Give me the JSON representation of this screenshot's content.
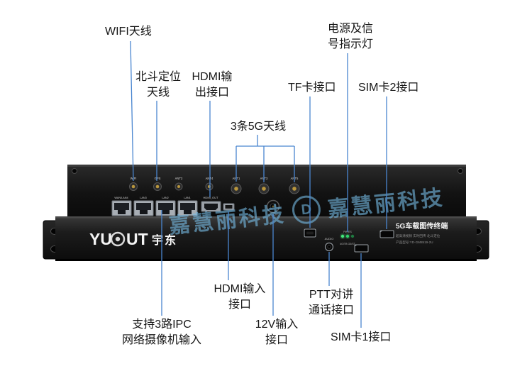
{
  "callouts": {
    "wifi_antenna": "WIFI天线",
    "beidou_antenna": "北斗定位\n天线",
    "hdmi_output": "HDMI输\n出接口",
    "power_signal_indicator": "电源及信\n号指示灯",
    "tf_card_port": "TF卡接口",
    "sim2_port": "SIM卡2接口",
    "antennas_5g": "3条5G天线",
    "hdmi_input": "HDMI输入\n接口",
    "dc12v_input": "12V输入\n接口",
    "ptt_intercom_port": "PTT对讲\n通话接口",
    "sim1_port": "SIM卡1接口",
    "ipc_camera_input": "支持3路IPC\n网络摄像机输入"
  },
  "device": {
    "antenna_labels": [
      "WIFI",
      "GPS",
      "ANT2",
      "ANT4",
      "ANT1",
      "ANT3",
      "ANT5"
    ],
    "ethernet_labels": [
      "WAN/LAN4",
      "LAN3",
      "LAN2",
      "LAN1"
    ],
    "hdmi_out_label": "HDMI_OUT",
    "dc_jack_label": "DC 12V",
    "brand_left": "YU",
    "brand_right": "UT",
    "brand_cn": "宇东",
    "panel_title": "5G车载图传终端",
    "panel_line1": "超高清视频 实时回传 北斗定位",
    "panel_line2": "产品型号:YD-GM8519-2U",
    "led_top_label": "PW ES",
    "led_bottom_label": "4G/TB G3/ST",
    "audio_label": "AUDIO"
  },
  "watermark": {
    "text_left": "嘉慧丽科技",
    "logo": "D",
    "text_right": "嘉慧丽科技"
  },
  "colors": {
    "leader_line": "#4a86d0",
    "watermark": "#76bce6",
    "led_green": "#43e97b"
  }
}
